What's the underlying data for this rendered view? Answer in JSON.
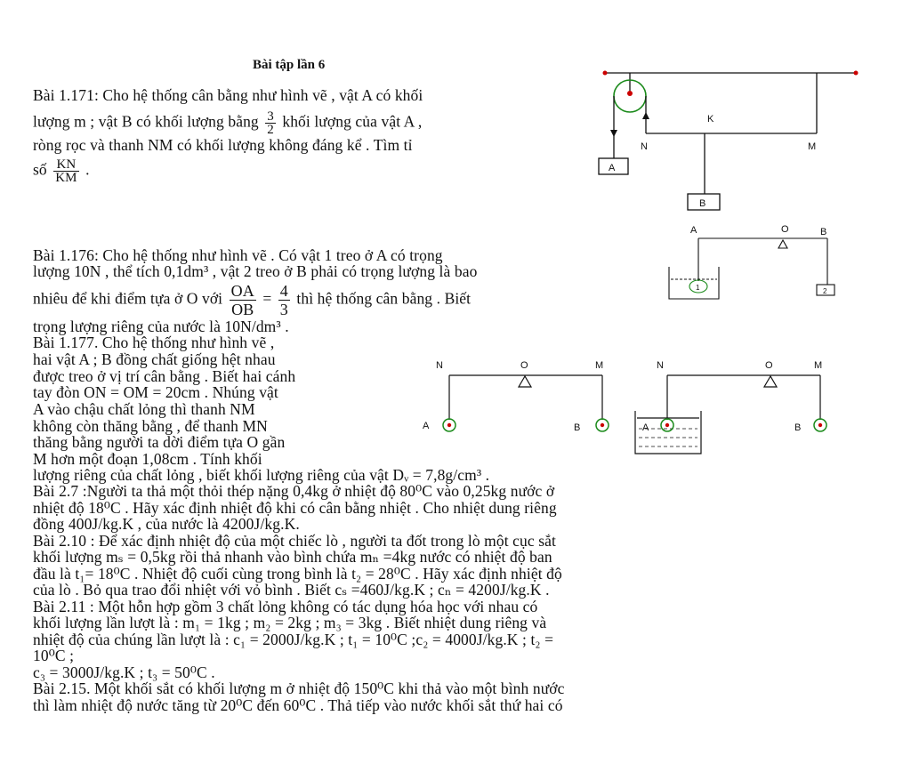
{
  "title": "Bài tập lần 6",
  "p171": {
    "l1": "Bài 1.171: Cho hệ thống cân bằng như hình vẽ , vật A có khối",
    "l2a": "lượng m ; vật B có khối lượng bằng",
    "l2_num": "3",
    "l2_den": "2",
    "l2b": "khối lượng của vật A ,",
    "l3": "ròng rọc và thanh NM  có khối lượng không đáng kể . Tìm tỉ",
    "l4a": "số",
    "l4_num": "KN",
    "l4_den": "KM",
    "l4b": "."
  },
  "fig1": {
    "K": "K",
    "N": "N",
    "M": "M",
    "A": "A",
    "B": "B"
  },
  "p176": {
    "l1": "Bài 1.176: Cho hệ thống như hình vẽ . Có vật 1 treo ở A có trọng",
    "l2": "lượng 10N , thể tích 0,1dm³ , vật 2 treo ở B phải có trọng lượng là bao",
    "l3a": "nhiêu để khi điểm tựa ở O với",
    "l3_num1": "OA",
    "l3_den1": "OB",
    "l3_eq": "=",
    "l3_num2": "4",
    "l3_den2": "3",
    "l3b": "thì hệ thống cân bằng . Biết",
    "l4": "trọng lượng riêng của nước là 10N/dm³ ."
  },
  "fig2": {
    "A": "A",
    "O": "O",
    "B": "B",
    "one": "1",
    "two": "2"
  },
  "p177": {
    "l1": "Bài 1.177. Cho hệ thống như hình vẽ ,",
    "l2": "hai vật A ; B đồng chất giống hệt nhau",
    "l3": "được treo ở vị trí cân bằng . Biết hai cánh",
    "l4": "tay đòn ON = OM = 20cm . Nhúng vật",
    "l5": "A vào chậu chất lỏng thì thanh NM",
    "l6": "không còn thăng bằng , để thanh MN",
    "l7": "thăng bằng người ta dời điểm tựa O gần",
    "l8": "M hơn một đoạn 1,08cm . Tính khối",
    "l9": "lượng riêng của chất lỏng , biết khối lượng riêng của vật Dᵥ = 7,8g/cm³ ."
  },
  "fig3": {
    "N": "N",
    "O": "O",
    "M": "M",
    "A": "A",
    "B": "B"
  },
  "fig4": {
    "N": "N",
    "O": "O",
    "M": "M",
    "A": "A",
    "B": "B"
  },
  "p27": {
    "l1": "Bài 2.7 :Người ta thả một thỏi thép nặng 0,4kg ở nhiệt độ 80⁰C vào 0,25kg nước ở",
    "l2": "nhiệt độ 18⁰C . Hãy xác định nhiệt độ khi có cân bằng nhiệt . Cho nhiệt dung riêng",
    "l3": "đồng 400J/kg.K , của nước là 4200J/kg.K."
  },
  "p210": {
    "l1": "Bài 2.10 : Để xác định nhiệt độ của một chiếc lò , người ta đốt trong lò một cục sắt",
    "l2": "khối lượng mₛ = 0,5kg rồi thả nhanh vào bình chứa mₙ =4kg nước có nhiệt độ ban",
    "l3": "đầu là t₁= 18⁰C . Nhiệt độ cuối cùng trong bình là t₂ = 28⁰C . Hãy xác định nhiệt độ",
    "l4": "của lò . Bỏ qua trao đổi nhiệt với vỏ bình . Biết cₛ =460J/kg.K ; cₙ = 4200J/kg.K ."
  },
  "p211": {
    "l1": "Bài 2.11 : Một hỗn hợp gồm 3 chất lỏng không có tác dụng hóa học với nhau có",
    "l2": "khối lượng lần lượt là : m₁ = 1kg ; m₂ = 2kg ; m₃ = 3kg . Biết nhiệt dung riêng và",
    "l3": "nhiệt độ của chúng lần lượt là : c₁ = 2000J/kg.K ; t₁ = 10⁰C ;c₂ = 4000J/kg.K ; t₂ =",
    "l4": "10⁰C ;",
    "l5": "c₃ = 3000J/kg.K  ; t₃ = 50⁰C  ."
  },
  "p215": {
    "l1": "Bài 2.15. Một khối sắt có khối lượng m ở nhiệt độ 150⁰C khi thả vào một bình nước",
    "l2": "thì làm nhiệt độ nước tăng từ 20⁰C đến 60⁰C . Thả tiếp vào nước khối sắt thứ hai có"
  }
}
